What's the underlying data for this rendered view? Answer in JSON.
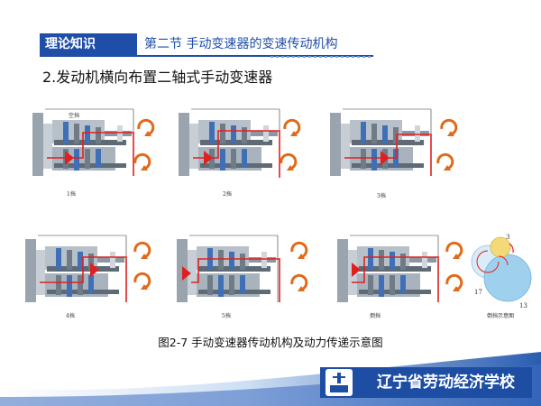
{
  "header": {
    "tag": "理论知识",
    "title": "第二节  手动变速器的变速传动机构"
  },
  "section": {
    "heading": "2.发动机横向布置二轴式手动变速器"
  },
  "diagrams": {
    "neutral_label": "空挡",
    "gear1": "1挡",
    "gear2": "2挡",
    "gear3": "3挡",
    "gear4": "4挡",
    "gear5": "5挡",
    "reverse": "倒挡",
    "reverse_diagram": "倒挡示意图",
    "num3": "3",
    "num17": "17",
    "num13": "13"
  },
  "caption": "图2-7  手动变速器传动机构及动力传递示意图",
  "footer": {
    "school_name": "辽宁省劳动经济学校"
  }
}
